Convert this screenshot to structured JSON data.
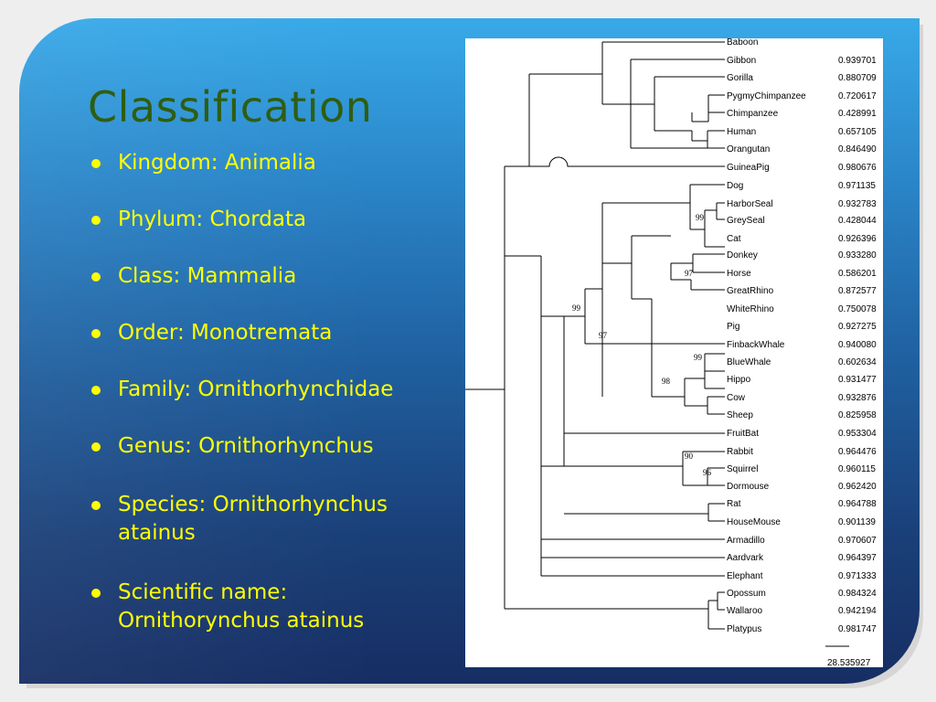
{
  "slide": {
    "title": "Classification",
    "bullets": [
      "Kingdom: Animalia",
      "Phylum: Chordata",
      "Class: Mammalia",
      "Order: Monotremata",
      "Family: Ornithorhynchidae",
      "Genus: Ornithorhynchus",
      "Species: Ornithorhynchus atainus",
      "Scientific name: Ornithorynchus atainus"
    ]
  },
  "tree": {
    "taxa": [
      {
        "name": "Baboon",
        "value": ""
      },
      {
        "name": "Gibbon",
        "value": "0.939701"
      },
      {
        "name": "Gorilla",
        "value": "0.880709"
      },
      {
        "name": "PygmyChimpanzee",
        "value": "0.720617"
      },
      {
        "name": "Chimpanzee",
        "value": "0.428991"
      },
      {
        "name": "Human",
        "value": "0.657105"
      },
      {
        "name": "Orangutan",
        "value": "0.846490"
      },
      {
        "name": "GuineaPig",
        "value": "0.980676"
      },
      {
        "name": "Dog",
        "value": "0.971135"
      },
      {
        "name": "HarborSeal",
        "value": "0.932783"
      },
      {
        "name": "GreySeal",
        "value": "0.428044"
      },
      {
        "name": "Cat",
        "value": "0.926396"
      },
      {
        "name": "Donkey",
        "value": "0.933280"
      },
      {
        "name": "Horse",
        "value": "0.586201"
      },
      {
        "name": "GreatRhino",
        "value": "0.872577"
      },
      {
        "name": "WhiteRhino",
        "value": "0.750078"
      },
      {
        "name": "Pig",
        "value": "0.927275"
      },
      {
        "name": "FinbackWhale",
        "value": "0.940080"
      },
      {
        "name": "BlueWhale",
        "value": "0.602634"
      },
      {
        "name": "Hippo",
        "value": "0.931477"
      },
      {
        "name": "Cow",
        "value": "0.932876"
      },
      {
        "name": "Sheep",
        "value": "0.825958"
      },
      {
        "name": "FruitBat",
        "value": "0.953304"
      },
      {
        "name": "Rabbit",
        "value": "0.964476"
      },
      {
        "name": "Squirrel",
        "value": "0.960115"
      },
      {
        "name": "Dormouse",
        "value": "0.962420"
      },
      {
        "name": "Rat",
        "value": "0.964788"
      },
      {
        "name": "HouseMouse",
        "value": "0.901139"
      },
      {
        "name": "Armadillo",
        "value": "0.970607"
      },
      {
        "name": "Aardvark",
        "value": "0.964397"
      },
      {
        "name": "Elephant",
        "value": "0.971333"
      },
      {
        "name": "Opossum",
        "value": "0.984324"
      },
      {
        "name": "Wallaroo",
        "value": "0.942194"
      },
      {
        "name": "Platypus",
        "value": "0.981747"
      }
    ],
    "bootstrap": [
      "99",
      "97",
      "99",
      "97",
      "99",
      "98",
      "90",
      "96"
    ],
    "scale_value": "28.535927"
  }
}
